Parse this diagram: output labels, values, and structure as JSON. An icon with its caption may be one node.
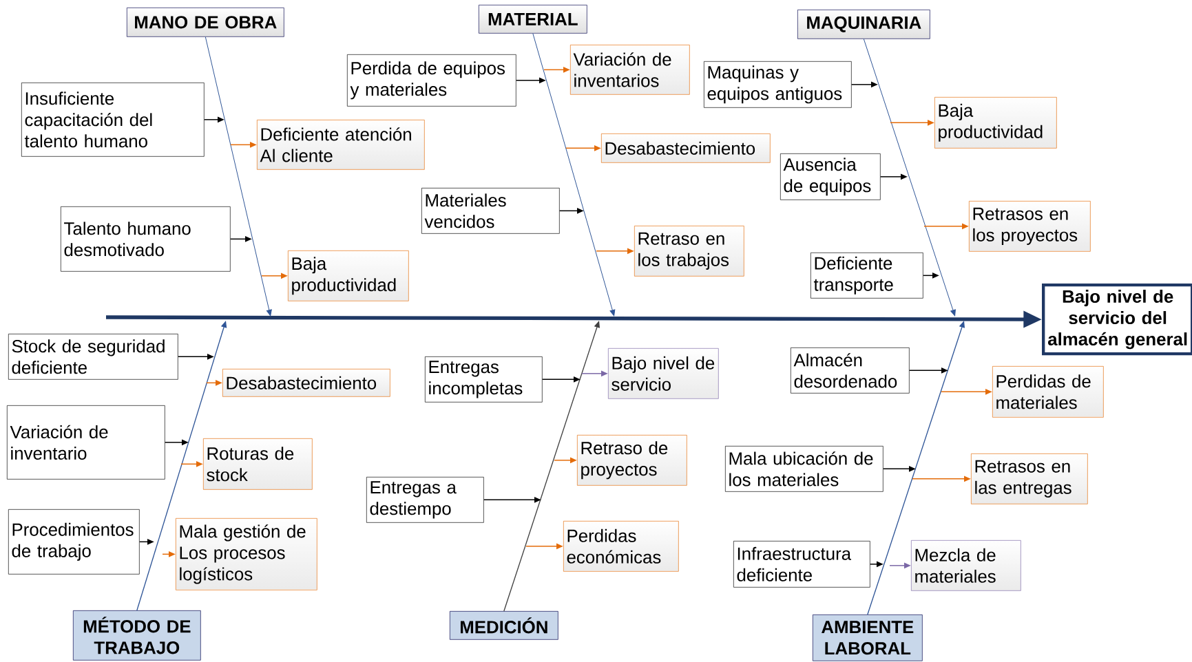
{
  "diagram": {
    "nodes": [
      {
        "text": [
          "MANO DE OBRA"
        ]
      },
      {
        "text": [
          "Insuficiente capacitación del talento humano"
        ]
      },
      {
        "text": [
          "Deficiente atención Al cliente"
        ]
      },
      {
        "text": [
          "Talento humano desmotivado"
        ]
      },
      {
        "text": [
          "Baja productividad"
        ]
      },
      {
        "text": [
          "MATERIAL"
        ]
      },
      {
        "text": [
          "Perdida de equipos y materiales"
        ]
      },
      {
        "text": [
          "Variación de inventarios"
        ]
      },
      {
        "text": [
          "Desabastecimiento"
        ]
      },
      {
        "text": [
          "Materiales vencidos"
        ]
      },
      {
        "text": [
          "Retraso en los trabajos"
        ]
      },
      {
        "text": [
          "MAQUINARIA"
        ]
      },
      {
        "text": [
          "Maquinas y equipos antiguos"
        ]
      },
      {
        "text": [
          "Baja productividad"
        ]
      },
      {
        "text": [
          "Ausencia de equipos"
        ]
      },
      {
        "text": [
          "Retrasos en los proyectos"
        ]
      },
      {
        "text": [
          "Deficiente transporte"
        ]
      },
      {
        "text": [
          "MÉTODO DE TRABAJO"
        ]
      },
      {
        "text": [
          "Stock de seguridad deficiente"
        ]
      },
      {
        "text": [
          "Desabastecimiento"
        ]
      },
      {
        "text": [
          "Variación de inventario"
        ]
      },
      {
        "text": [
          "Roturas de stock"
        ]
      },
      {
        "text": [
          "Procedimientos de trabajo"
        ]
      },
      {
        "text": [
          "Mala gestión de Los procesos logísticos"
        ]
      },
      {
        "text": [
          "MEDICIÓN"
        ]
      },
      {
        "text": [
          "Entregas incompletas"
        ]
      },
      {
        "text": [
          "Bajo nivel de servicio"
        ]
      },
      {
        "text": [
          "Entregas a destiempo"
        ]
      },
      {
        "text": [
          "Retraso de proyectos"
        ]
      },
      {
        "text": [
          "Perdidas económicas"
        ]
      },
      {
        "text": [
          "AMBIENTE LABORAL"
        ]
      },
      {
        "text": [
          "Almacén desordenado"
        ]
      },
      {
        "text": [
          "Perdidas de materiales"
        ]
      },
      {
        "text": [
          "Mala ubicación de los materiales"
        ]
      },
      {
        "text": [
          "Retrasos en las entregas"
        ]
      },
      {
        "text": [
          "Infraestructura deficiente"
        ]
      },
      {
        "text": [
          "Mezcla de materiales"
        ]
      },
      {
        "text": [
          "Bajo nivel de servicio del almacén general"
        ]
      }
    ],
    "edges": [
      {
        "from": null,
        "to": 37,
        "arrow": "to",
        "style": "thick",
        "color": "#1f3864"
      },
      {
        "from": 0,
        "to": null,
        "arrow": "to",
        "color": "#2f5597"
      },
      {
        "from": 1,
        "to": null,
        "arrow": "to"
      },
      {
        "from": null,
        "to": 2,
        "arrow": "to",
        "color": "#e46c0a"
      },
      {
        "from": 3,
        "to": null,
        "arrow": "to"
      },
      {
        "from": null,
        "to": 4,
        "arrow": "to",
        "color": "#e46c0a"
      },
      {
        "from": 5,
        "to": null,
        "arrow": "to",
        "color": "#2f5597"
      },
      {
        "from": 6,
        "to": null,
        "arrow": "to"
      },
      {
        "from": null,
        "to": 7,
        "arrow": "to",
        "color": "#e46c0a"
      },
      {
        "from": null,
        "to": 8,
        "arrow": "to",
        "color": "#e46c0a"
      },
      {
        "from": 9,
        "to": null,
        "arrow": "to"
      },
      {
        "from": null,
        "to": 10,
        "arrow": "to",
        "color": "#e46c0a"
      },
      {
        "from": 11,
        "to": null,
        "arrow": "to",
        "color": "#2f5597"
      },
      {
        "from": 12,
        "to": null,
        "arrow": "to"
      },
      {
        "from": null,
        "to": 13,
        "arrow": "to",
        "color": "#e46c0a"
      },
      {
        "from": 14,
        "to": null,
        "arrow": "to"
      },
      {
        "from": null,
        "to": 15,
        "arrow": "to",
        "color": "#e46c0a"
      },
      {
        "from": 16,
        "to": null,
        "arrow": "to"
      },
      {
        "from": 17,
        "to": null,
        "arrow": "to",
        "color": "#2f5597"
      },
      {
        "from": 18,
        "to": null,
        "arrow": "to"
      },
      {
        "from": null,
        "to": 19,
        "arrow": "to",
        "color": "#e46c0a"
      },
      {
        "from": 20,
        "to": null,
        "arrow": "to"
      },
      {
        "from": null,
        "to": 21,
        "arrow": "to",
        "color": "#e46c0a"
      },
      {
        "from": 22,
        "to": null,
        "arrow": "to"
      },
      {
        "from": null,
        "to": 23,
        "arrow": "to",
        "color": "#e46c0a"
      },
      {
        "from": 24,
        "to": null,
        "arrow": "to",
        "color": "#404040"
      },
      {
        "from": 25,
        "to": null,
        "arrow": "to"
      },
      {
        "from": null,
        "to": 26,
        "arrow": "to",
        "color": "#7b68a6"
      },
      {
        "from": 27,
        "to": null,
        "arrow": "to"
      },
      {
        "from": null,
        "to": 28,
        "arrow": "to",
        "color": "#e46c0a"
      },
      {
        "from": null,
        "to": 29,
        "arrow": "to",
        "color": "#e46c0a"
      },
      {
        "from": 30,
        "to": null,
        "arrow": "to",
        "color": "#2f5597"
      },
      {
        "from": 31,
        "to": null,
        "arrow": "to"
      },
      {
        "from": null,
        "to": 32,
        "arrow": "to",
        "color": "#e46c0a"
      },
      {
        "from": 33,
        "to": null,
        "arrow": "to"
      },
      {
        "from": null,
        "to": 34,
        "arrow": "to",
        "color": "#e46c0a"
      },
      {
        "from": 35,
        "to": null,
        "arrow": "to"
      },
      {
        "from": null,
        "to": 36,
        "arrow": "to",
        "color": "#7b68a6"
      }
    ]
  }
}
